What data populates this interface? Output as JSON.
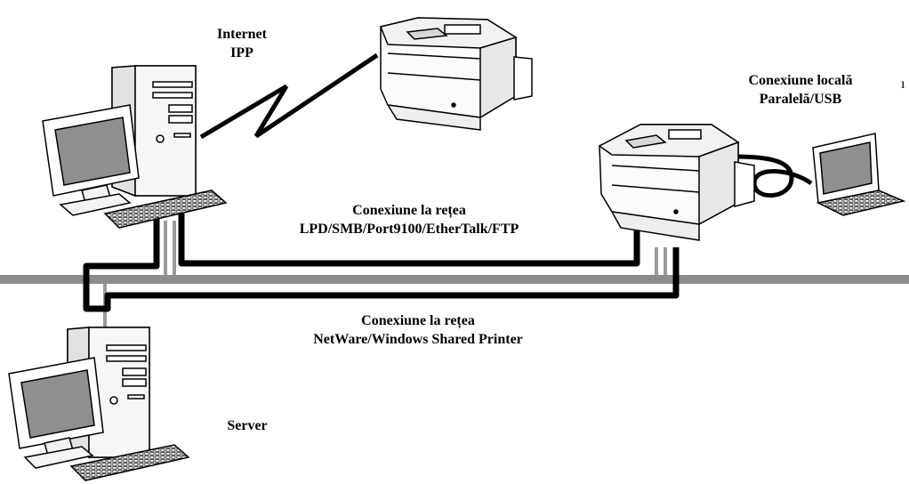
{
  "labels": {
    "internet": {
      "line1": "Internet",
      "line2": "IPP"
    },
    "local": {
      "line1": "Conexiune locală",
      "line2": "Paralelă/USB"
    },
    "network_lpd": {
      "line1": "Conexiune la rețea",
      "line2": "LPD/SMB/Port9100/EtherTalk/FTP"
    },
    "network_netware": {
      "line1": "Conexiune la rețea",
      "line2": "NetWare/Windows Shared Printer"
    },
    "server": "Server",
    "edge_glyph": "ı"
  },
  "icons": [
    "client-computer-icon",
    "printer-icon",
    "network-printer-icon",
    "laptop-icon",
    "server-computer-icon"
  ],
  "colors": {
    "backbone": "#8c8c8c",
    "cable": "#000000",
    "drop": "#9a9a9a"
  }
}
